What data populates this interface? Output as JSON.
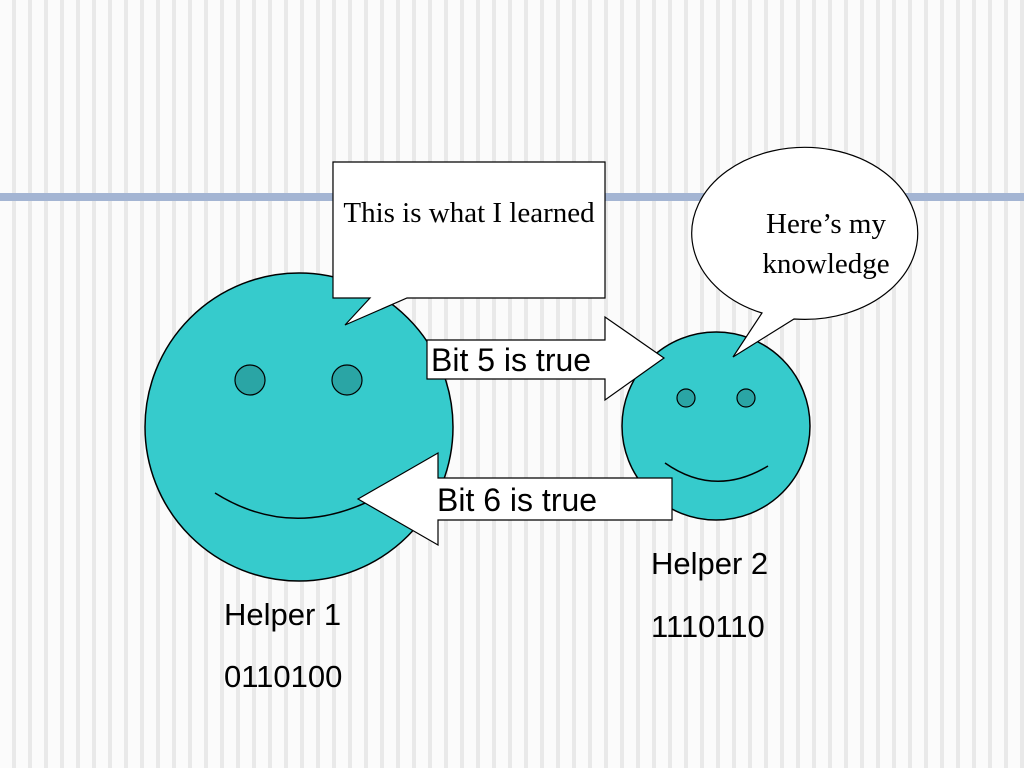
{
  "colors": {
    "face_fill": "#36cbcc",
    "eye_fill": "#2aa5a5",
    "outline": "#000000",
    "title_rule": "#a4b5d3",
    "bubble_fill": "#ffffff"
  },
  "icons": {
    "helper1": "smiley-face-icon",
    "helper2": "smiley-face-icon"
  },
  "speech_bubbles": {
    "helper1": "This is what I learned",
    "helper2": "Here’s my knowledge"
  },
  "messages": {
    "to_helper2": "Bit 5 is true",
    "to_helper1": "Bit 6 is true"
  },
  "helpers": {
    "helper1": {
      "name": "Helper 1",
      "bits": "0110100"
    },
    "helper2": {
      "name": "Helper 2",
      "bits": "1110110"
    }
  }
}
